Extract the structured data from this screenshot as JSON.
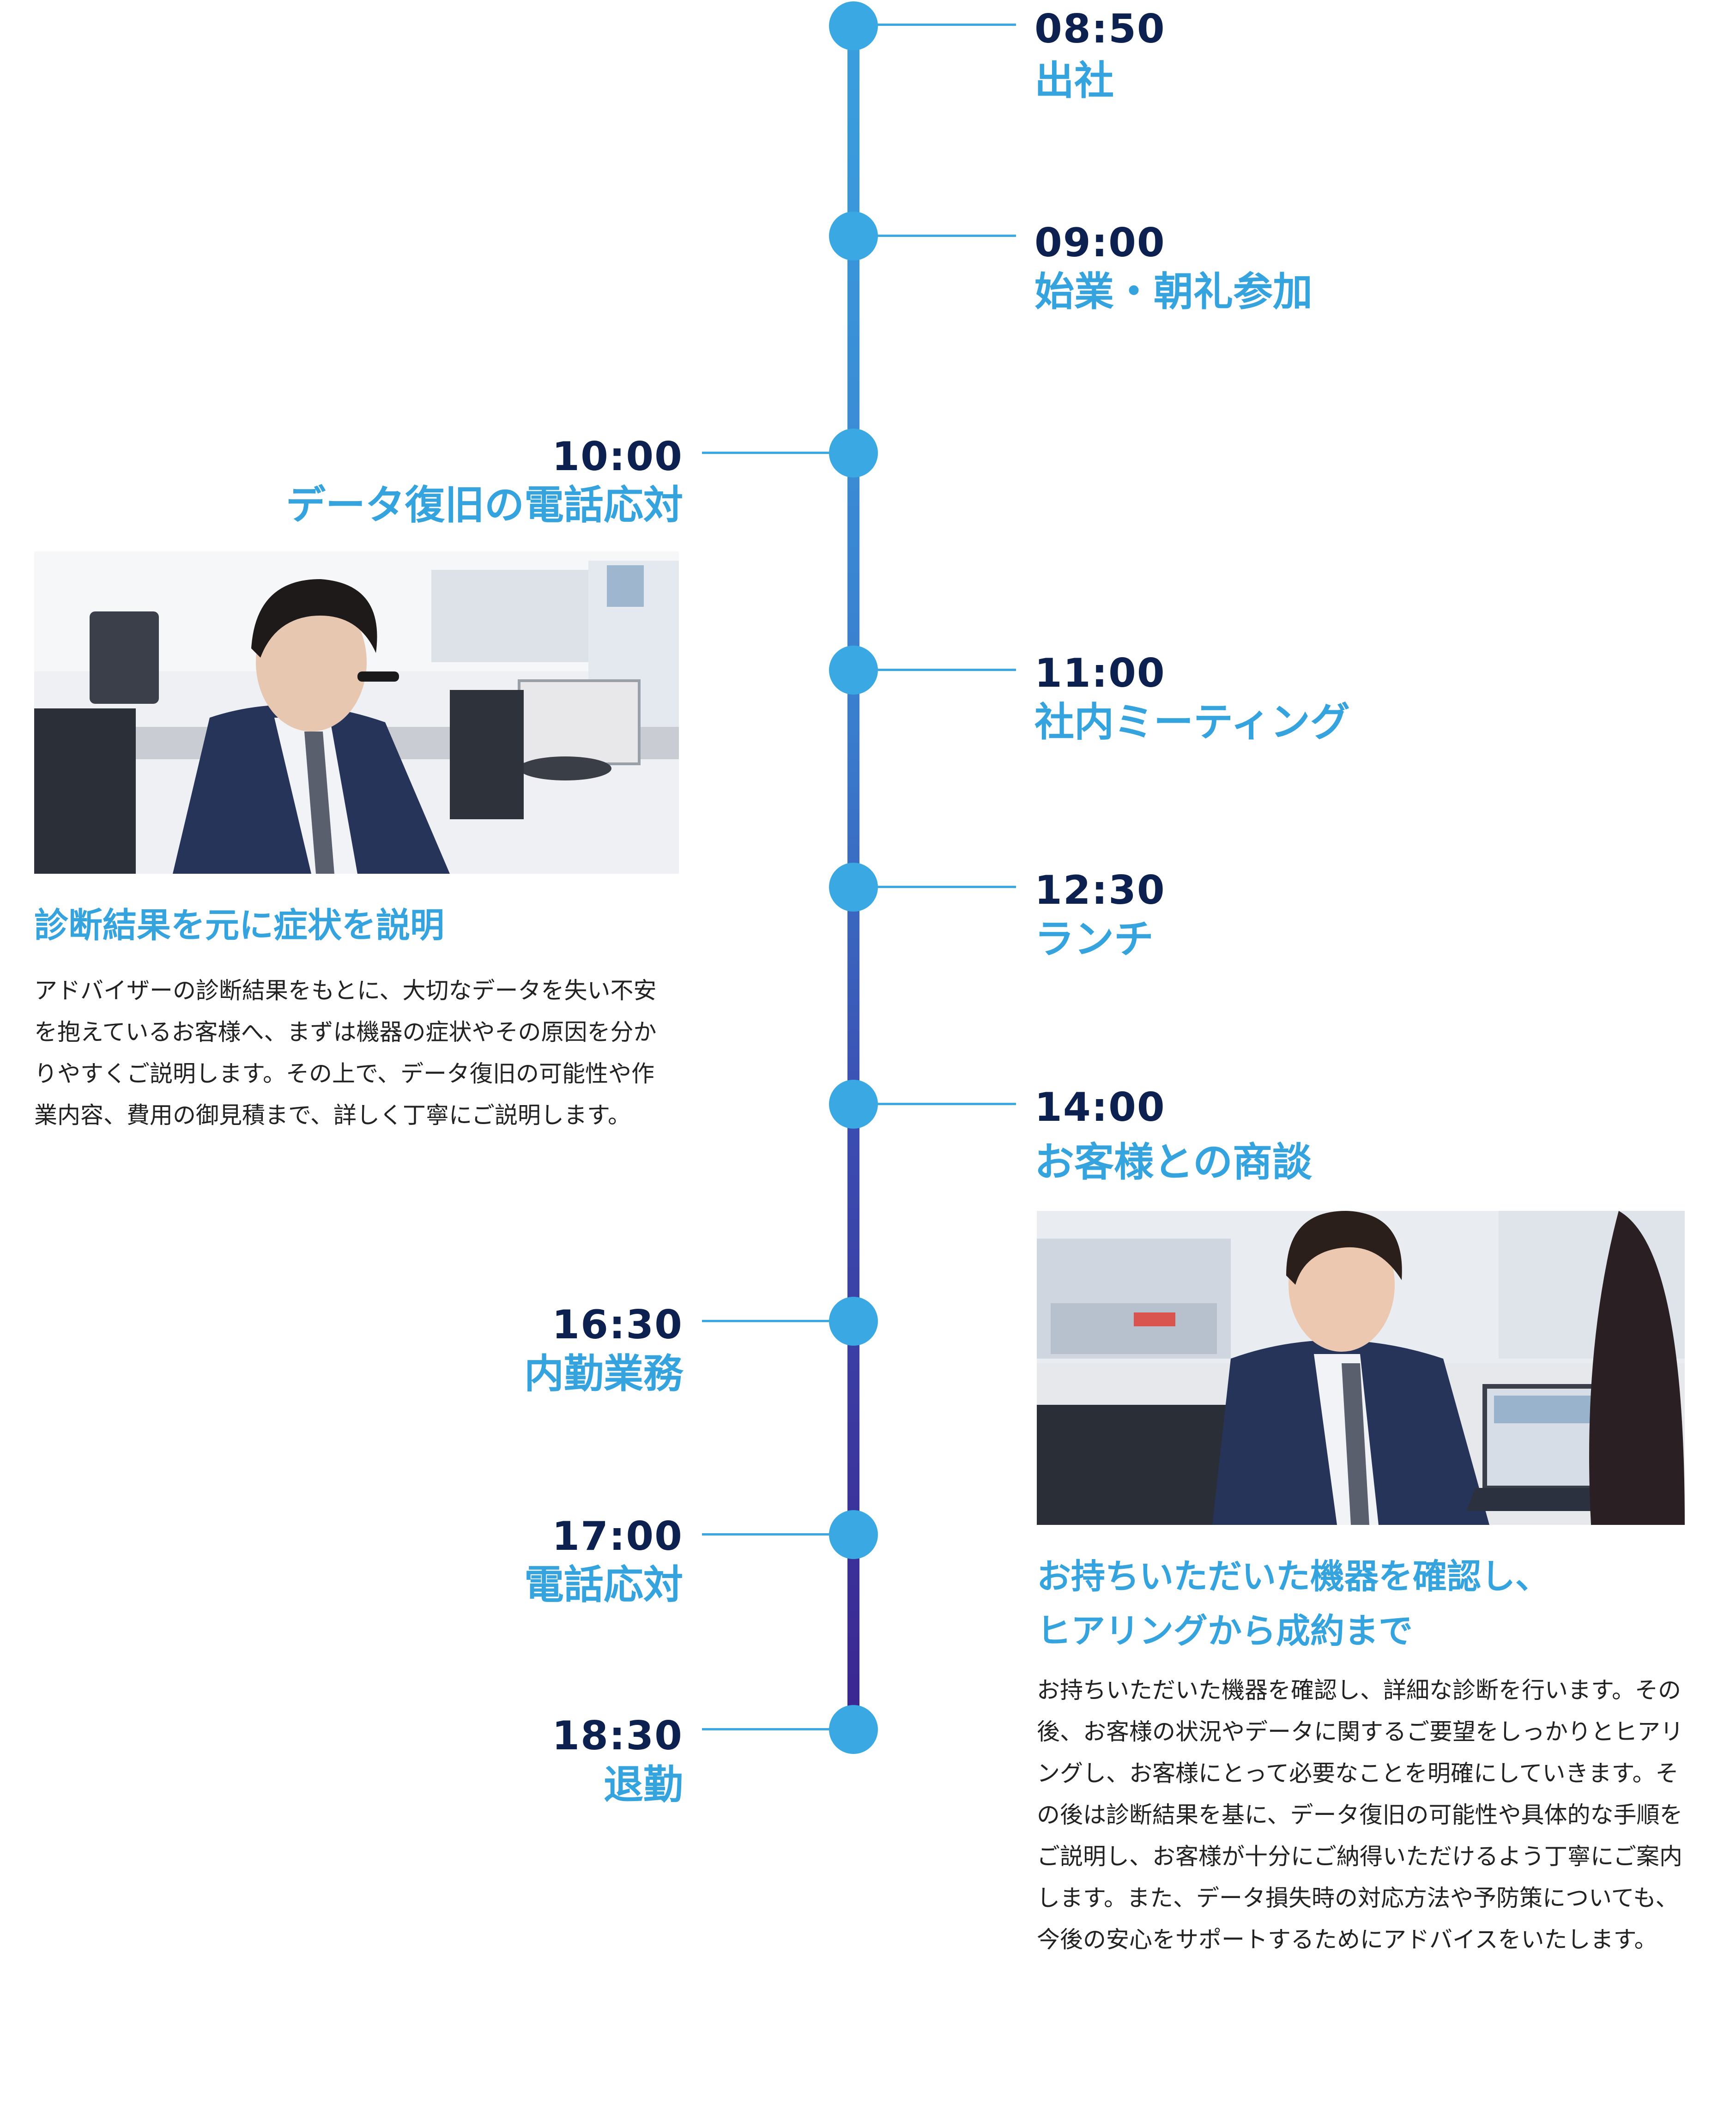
{
  "accent_color": "#3aa9e3",
  "time_color": "#0d2150",
  "schedule": [
    {
      "time": "08:50",
      "label": "出社"
    },
    {
      "time": "09:00",
      "label": "始業・朝礼参加"
    },
    {
      "time": "10:00",
      "label": "データ復旧の電話応対"
    },
    {
      "time": "11:00",
      "label": "社内ミーティング"
    },
    {
      "time": "12:30",
      "label": "ランチ"
    },
    {
      "time": "14:00",
      "label": "お客様との商談"
    },
    {
      "time": "16:30",
      "label": "内勤業務"
    },
    {
      "time": "17:00",
      "label": "電話応対"
    },
    {
      "time": "18:30",
      "label": "退勤"
    }
  ],
  "detail_phone": {
    "heading": "診断結果を元に症状を説明",
    "paragraph": "アドバイザーの診断結果をもとに、大切なデータを失い不安を抱えているお客様へ、まずは機器の症状やその原因を分かりやすくご説明します。その上で、データ復旧の可能性や作業内容、費用の御見積まで、詳しく丁寧にご説明します。"
  },
  "detail_meeting": {
    "heading_line1": "お持ちいただいた機器を確認し、",
    "heading_line2": "ヒアリングから成約まで",
    "paragraph": "お持ちいただいた機器を確認し、詳細な診断を行います。その後、お客様の状況やデータに関するご要望をしっかりとヒアリングし、お客様にとって必要なことを明確にしていきます。その後は診断結果を基に、データ復旧の可能性や具体的な手順をご説明し、お客様が十分にご納得いただけるよう丁寧にご案内します。また、データ損失時の対応方法や予防策についても、今後の安心をサポートするためにアドバイスをいたします。"
  }
}
